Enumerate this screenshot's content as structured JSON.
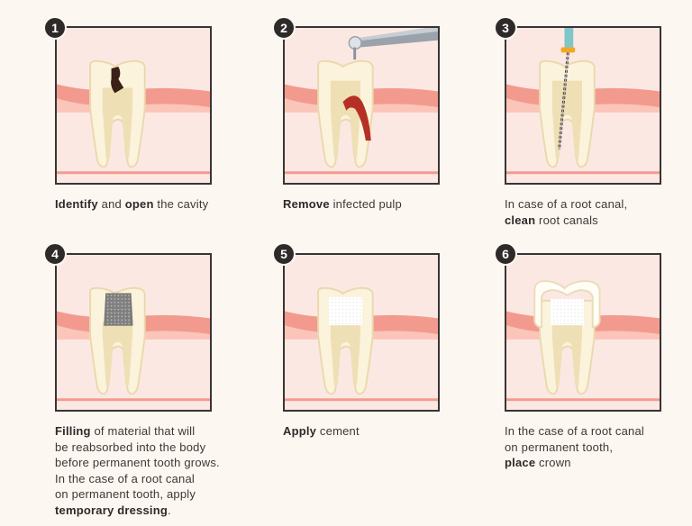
{
  "steps": [
    {
      "number": "1",
      "caption": [
        {
          "t": "Identify",
          "b": true
        },
        {
          "t": " and ",
          "b": false
        },
        {
          "t": "open",
          "b": true
        },
        {
          "t": " the cavity",
          "b": false
        }
      ]
    },
    {
      "number": "2",
      "caption": [
        {
          "t": "Remove",
          "b": true
        },
        {
          "t": " infected pulp",
          "b": false
        }
      ]
    },
    {
      "number": "3",
      "caption": [
        {
          "t": "In case of a root canal,",
          "b": false
        },
        {
          "br": true
        },
        {
          "t": "clean",
          "b": true
        },
        {
          "t": " root canals",
          "b": false
        }
      ]
    },
    {
      "number": "4",
      "caption": [
        {
          "t": "Filling",
          "b": true
        },
        {
          "t": " of material that will",
          "b": false
        },
        {
          "br": true
        },
        {
          "t": "be reabsorbed into the body",
          "b": false
        },
        {
          "br": true
        },
        {
          "t": "before permanent tooth grows.",
          "b": false
        },
        {
          "br": true
        },
        {
          "t": "In the case of a root canal",
          "b": false
        },
        {
          "br": true
        },
        {
          "t": "on permanent tooth, apply",
          "b": false
        },
        {
          "br": true
        },
        {
          "t": "temporary dressing",
          "b": true
        },
        {
          "t": ".",
          "b": false
        }
      ]
    },
    {
      "number": "5",
      "caption": [
        {
          "t": "Apply",
          "b": true
        },
        {
          "t": " cement",
          "b": false
        }
      ]
    },
    {
      "number": "6",
      "caption": [
        {
          "t": "In the case of a root canal",
          "b": false
        },
        {
          "br": true
        },
        {
          "t": "on permanent tooth,",
          "b": false
        },
        {
          "br": true
        },
        {
          "t": "place",
          "b": true
        },
        {
          "t": " crown",
          "b": false
        }
      ]
    }
  ],
  "colors": {
    "gum": "#f39a8e",
    "gum_light": "#f8b4a8",
    "tooth": "#fbf3dc",
    "tooth_outline": "#e3d4a8",
    "pulp": "#eedfb5",
    "infection": "#b62f25",
    "cavity": "#3a2016",
    "filling": "#8c8c8c",
    "cement": "#ffffff",
    "file_handle": "#7fc6c8",
    "file_stop": "#f5a623"
  }
}
